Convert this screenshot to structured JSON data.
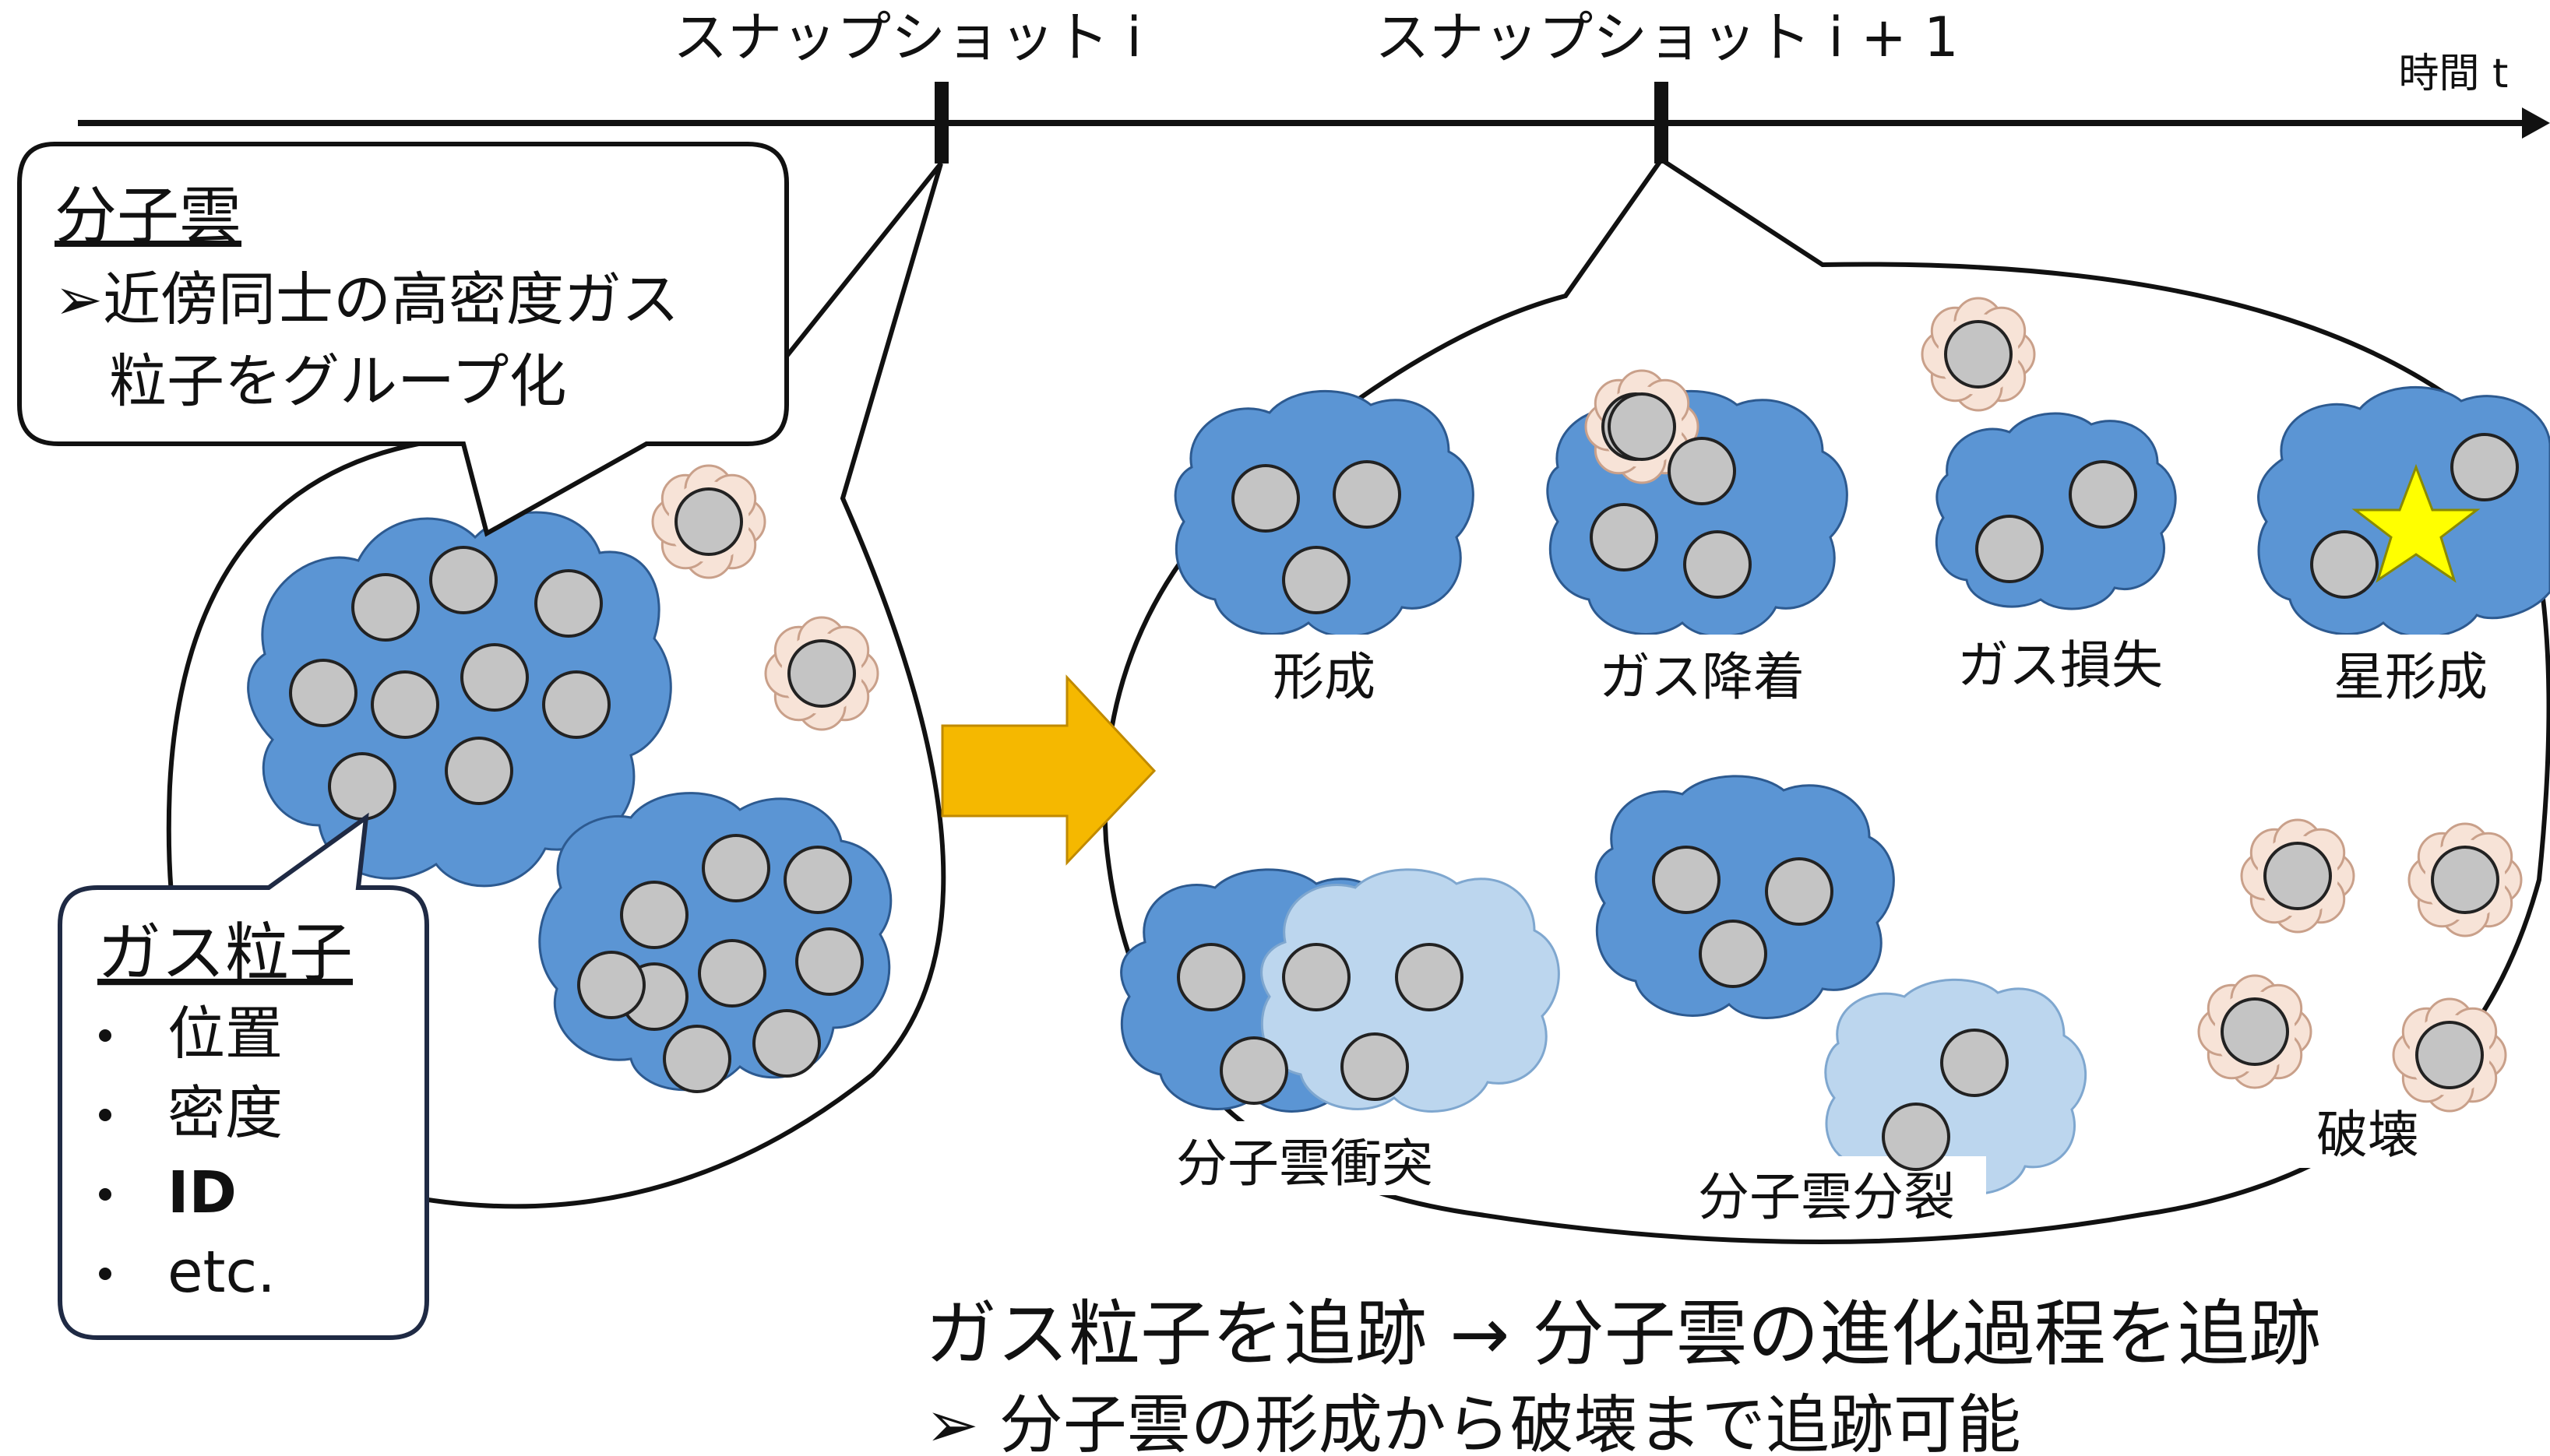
{
  "timeline": {
    "snapshot_i": "スナップショット i",
    "snapshot_i1": "スナップショット i + 1",
    "axis_label": "時間 t"
  },
  "callout_cloud": {
    "title": "分子雲",
    "line1": "➢近傍同士の高密度ガス",
    "line2": "粒子をグループ化"
  },
  "callout_particle": {
    "title": "ガス粒子",
    "items": [
      "位置",
      "密度",
      "ID",
      "etc."
    ]
  },
  "events": {
    "formation": "形成",
    "accretion": "ガス降着",
    "loss": "ガス損失",
    "star_formation": "星形成",
    "collision": "分子雲衝突",
    "split": "分子雲分裂",
    "destruction": "破壊"
  },
  "conclusion": {
    "line1": "ガス粒子を追跡 → 分子雲の進化過程を追跡",
    "line2": "➢ 分子雲の形成から破壊まで追跡可能"
  },
  "colors": {
    "cloud_blue": "#5b95d4",
    "cloud_light": "#bcd6ee",
    "particle_gray": "#c4c4c4",
    "halo_pink": "#f7e3d7",
    "arrow_yellow": "#f5b800",
    "star_yellow": "#ffff00"
  }
}
